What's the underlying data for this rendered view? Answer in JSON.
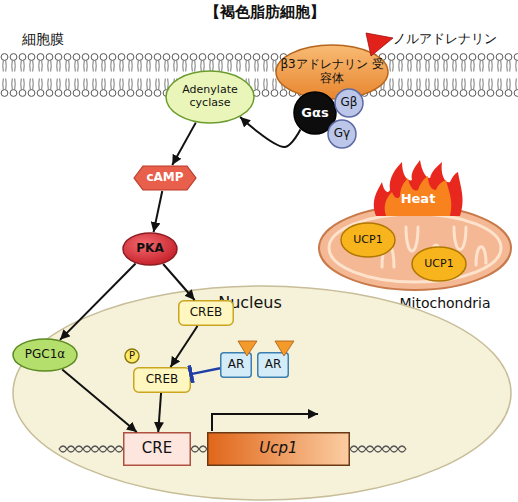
{
  "diagram": {
    "title": "【褐色脂肪細胞】",
    "nodes": [
      {
        "text": [
          "Adenylate cyclase"
        ]
      },
      {
        "text": [
          "β3アドレナリン 受容体"
        ]
      },
      {
        "text": [
          "Gαs"
        ]
      },
      {
        "text": [
          "Gβ"
        ]
      },
      {
        "text": [
          "Gγ"
        ]
      },
      {
        "text": [
          "cAMP"
        ]
      },
      {
        "text": [
          "Mitochondria"
        ]
      },
      {
        "text": [
          "Heat"
        ],
        "in": 6
      },
      {
        "text": [
          "UCP1"
        ],
        "in": 6
      },
      {
        "text": [
          "UCP1"
        ],
        "in": 6
      },
      {
        "text": [
          "PKA"
        ]
      },
      {
        "text": [
          "Nucleus"
        ]
      },
      {
        "text": [
          "CREB"
        ],
        "in": 11
      },
      {
        "text": [
          "PGC1α"
        ],
        "in": 11
      },
      {
        "text": [
          "P"
        ],
        "in": 11
      },
      {
        "text": [
          "CREB"
        ],
        "in": 11
      },
      {
        "text": [
          "AR"
        ],
        "in": 11
      },
      {
        "text": [
          "AR"
        ],
        "in": 11
      },
      {
        "text": [
          "CRE"
        ],
        "in": 11
      },
      {
        "text": [
          "Ucp1"
        ],
        "in": 11
      }
    ],
    "edges": [
      {
        "from": 2,
        "to": 0,
        "arrow": "to"
      },
      {
        "from": 0,
        "to": 5,
        "arrow": "to"
      },
      {
        "from": 5,
        "to": 10,
        "arrow": "to"
      },
      {
        "from": 10,
        "to": 13,
        "arrow": "to"
      },
      {
        "from": 10,
        "to": 12,
        "arrow": "to"
      },
      {
        "from": 12,
        "to": 15,
        "arrow": "to"
      },
      {
        "from": 16,
        "to": 15,
        "arrow": "to"
      },
      {
        "from": 13,
        "to": 18,
        "arrow": "to"
      },
      {
        "from": 15,
        "to": 18,
        "arrow": "to"
      }
    ],
    "labels": [
      "細胞膜",
      "ノルアドレナリン"
    ]
  }
}
